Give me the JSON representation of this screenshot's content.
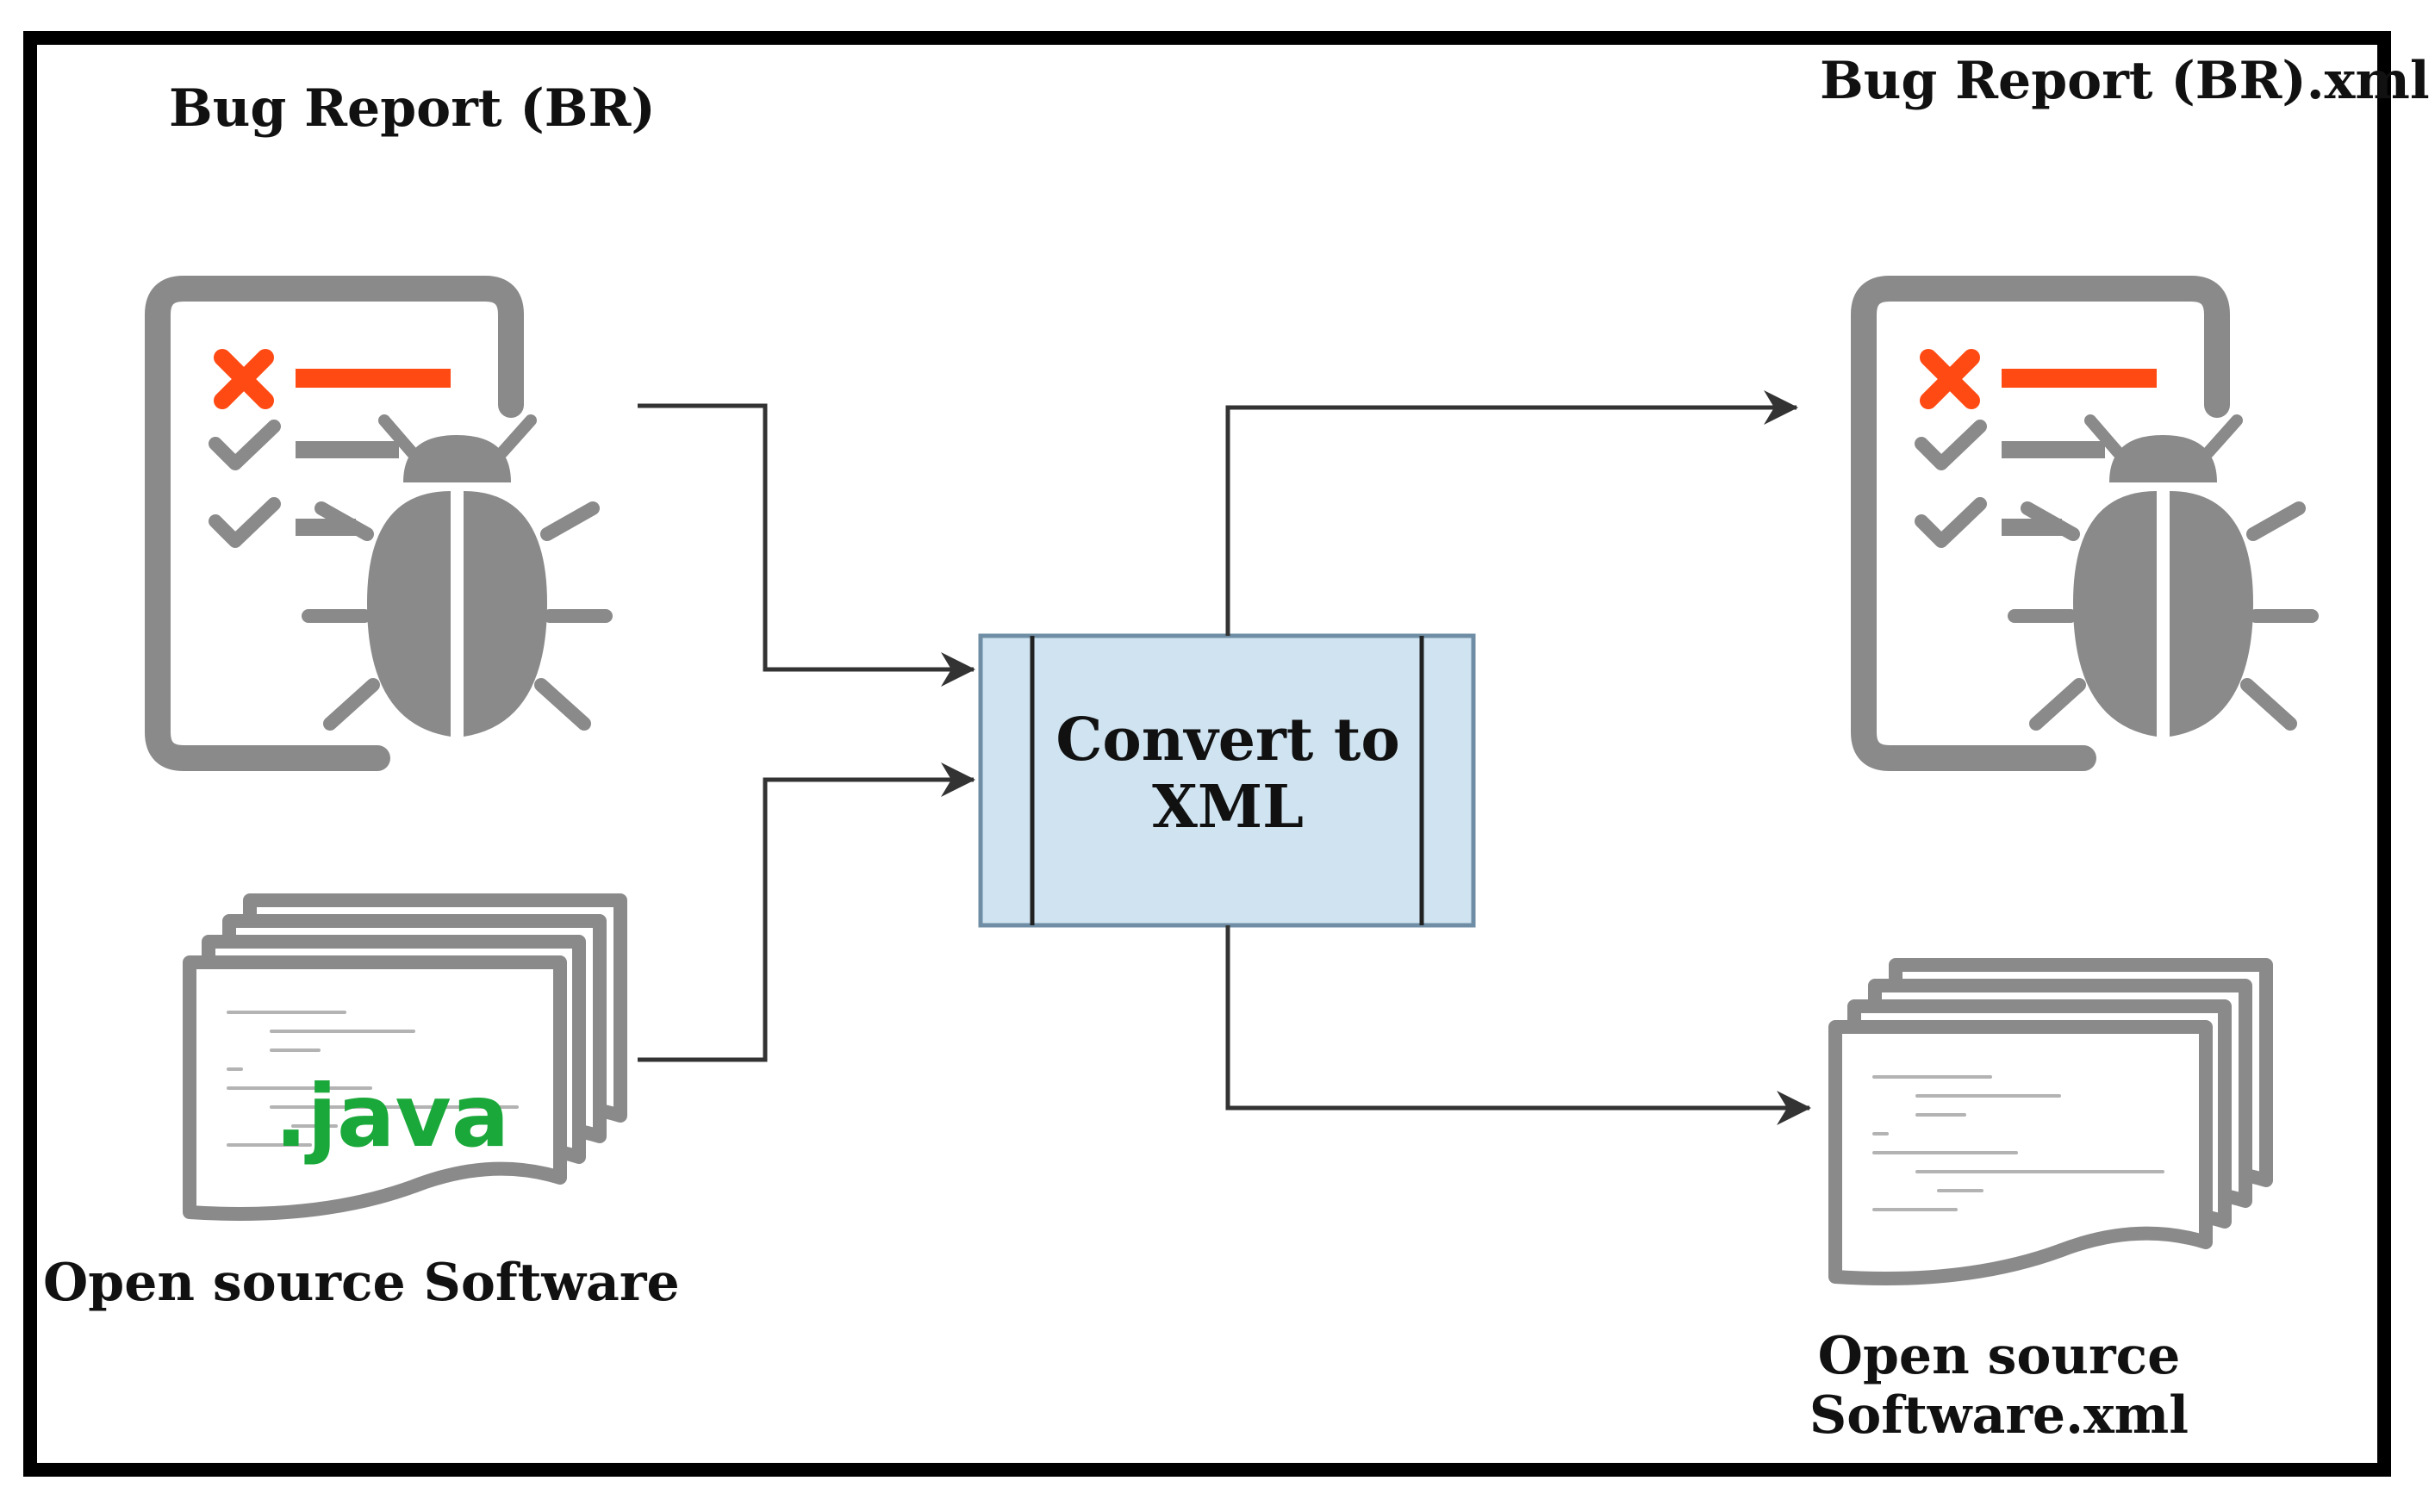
{
  "diagram": {
    "inputs": {
      "bug_report": {
        "label": "Bug Report (BR)",
        "icon": "bug-report-icon"
      },
      "source": {
        "label": "Open source Software",
        "icon": "java-source-files-icon",
        "badge": ".java"
      }
    },
    "process": {
      "label": "Convert to XML",
      "shape": "predefined-process"
    },
    "outputs": {
      "bug_report_xml": {
        "label": "Bug Report (BR).xml",
        "icon": "bug-report-icon"
      },
      "source_xml": {
        "label": "Open source Software.xml",
        "icon": "source-files-icon"
      }
    },
    "edges": [
      {
        "from": "Bug Report (BR)",
        "to": "Convert to XML"
      },
      {
        "from": "Open source Software",
        "to": "Convert to XML"
      },
      {
        "from": "Convert to XML",
        "to": "Bug Report (BR).xml"
      },
      {
        "from": "Convert to XML",
        "to": "Open source Software.xml"
      }
    ],
    "colors": {
      "icon_gray": "#8a8a8a",
      "accent_orange": "#ff4a14",
      "java_green": "#1aa83a",
      "process_fill": "#cfe3f1",
      "process_stroke": "#6f8ea5",
      "arrow": "#333333",
      "frame": "#000000"
    }
  }
}
